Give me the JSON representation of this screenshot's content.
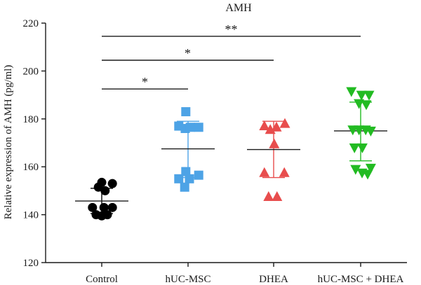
{
  "chart_data": {
    "type": "scatter",
    "title": "AMH",
    "xlabel": "",
    "ylabel": "Relative expression of AMH (pg/ml)",
    "ylim": [
      120,
      220
    ],
    "yticks": [
      "120",
      "140",
      "160",
      "180",
      "200",
      "220"
    ],
    "grid": false,
    "categories": [
      "Control",
      "hUC-MSC",
      "DHEA",
      "hUC-MSC + DHEA"
    ],
    "groups": [
      {
        "category": "Control",
        "marker": "circle",
        "color": "#000000",
        "points": [
          {
            "x": 0.0,
            "y": 153.5
          },
          {
            "x": -0.12,
            "y": 151.5
          },
          {
            "x": 0.12,
            "y": 150.0
          },
          {
            "x": 0.38,
            "y": 153.0
          },
          {
            "x": -0.33,
            "y": 143.0
          },
          {
            "x": 0.08,
            "y": 143.0
          },
          {
            "x": 0.38,
            "y": 143.0
          },
          {
            "x": -0.2,
            "y": 140.0
          },
          {
            "x": 0.0,
            "y": 139.5
          },
          {
            "x": 0.2,
            "y": 140.0
          }
        ],
        "mean": 145.7,
        "sd_low": 140.5,
        "sd_high": 151.0
      },
      {
        "category": "hUC-MSC",
        "marker": "square",
        "color": "#4da3e6",
        "points": [
          {
            "x": -0.08,
            "y": 183.0
          },
          {
            "x": -0.33,
            "y": 177.0
          },
          {
            "x": -0.1,
            "y": 176.0
          },
          {
            "x": 0.08,
            "y": 176.5
          },
          {
            "x": 0.38,
            "y": 176.5
          },
          {
            "x": -0.08,
            "y": 158.0
          },
          {
            "x": -0.33,
            "y": 155.0
          },
          {
            "x": 0.38,
            "y": 156.5
          },
          {
            "x": 0.05,
            "y": 155.0
          },
          {
            "x": -0.12,
            "y": 151.5
          }
        ],
        "mean": 167.5,
        "sd_low": 155.5,
        "sd_high": 179.0
      },
      {
        "category": "DHEA",
        "marker": "triangle-up",
        "color": "#e84d4d",
        "points": [
          {
            "x": -0.33,
            "y": 177.0
          },
          {
            "x": 0.4,
            "y": 178.0
          },
          {
            "x": -0.12,
            "y": 175.5
          },
          {
            "x": 0.1,
            "y": 176.5
          },
          {
            "x": 0.02,
            "y": 169.5
          },
          {
            "x": -0.33,
            "y": 157.5
          },
          {
            "x": 0.38,
            "y": 157.5
          },
          {
            "x": -0.18,
            "y": 147.5
          },
          {
            "x": 0.12,
            "y": 147.5
          }
        ],
        "mean": 167.2,
        "sd_low": 155.5,
        "sd_high": 179.0
      },
      {
        "category": "hUC-MSC + DHEA",
        "marker": "triangle-down",
        "color": "#22bb22",
        "points": [
          {
            "x": -0.33,
            "y": 191.5
          },
          {
            "x": 0.03,
            "y": 190.0
          },
          {
            "x": 0.3,
            "y": 190.0
          },
          {
            "x": -0.06,
            "y": 186.5
          },
          {
            "x": 0.2,
            "y": 186.0
          },
          {
            "x": -0.28,
            "y": 175.5
          },
          {
            "x": -0.06,
            "y": 175.5
          },
          {
            "x": 0.18,
            "y": 175.5
          },
          {
            "x": 0.36,
            "y": 175.0
          },
          {
            "x": -0.22,
            "y": 168.0
          },
          {
            "x": 0.06,
            "y": 168.0
          },
          {
            "x": -0.18,
            "y": 159.0
          },
          {
            "x": 0.36,
            "y": 159.5
          },
          {
            "x": 0.05,
            "y": 157.5
          },
          {
            "x": 0.25,
            "y": 157.0
          }
        ],
        "mean": 175.0,
        "sd_low": 162.5,
        "sd_high": 187.0
      }
    ],
    "significance": [
      {
        "from": "Control",
        "to": "hUC-MSC",
        "y": 192.5,
        "label": "*"
      },
      {
        "from": "Control",
        "to": "DHEA",
        "y": 204.5,
        "label": "*"
      },
      {
        "from": "Control",
        "to": "hUC-MSC + DHEA",
        "y": 214.5,
        "label": "**"
      }
    ]
  }
}
